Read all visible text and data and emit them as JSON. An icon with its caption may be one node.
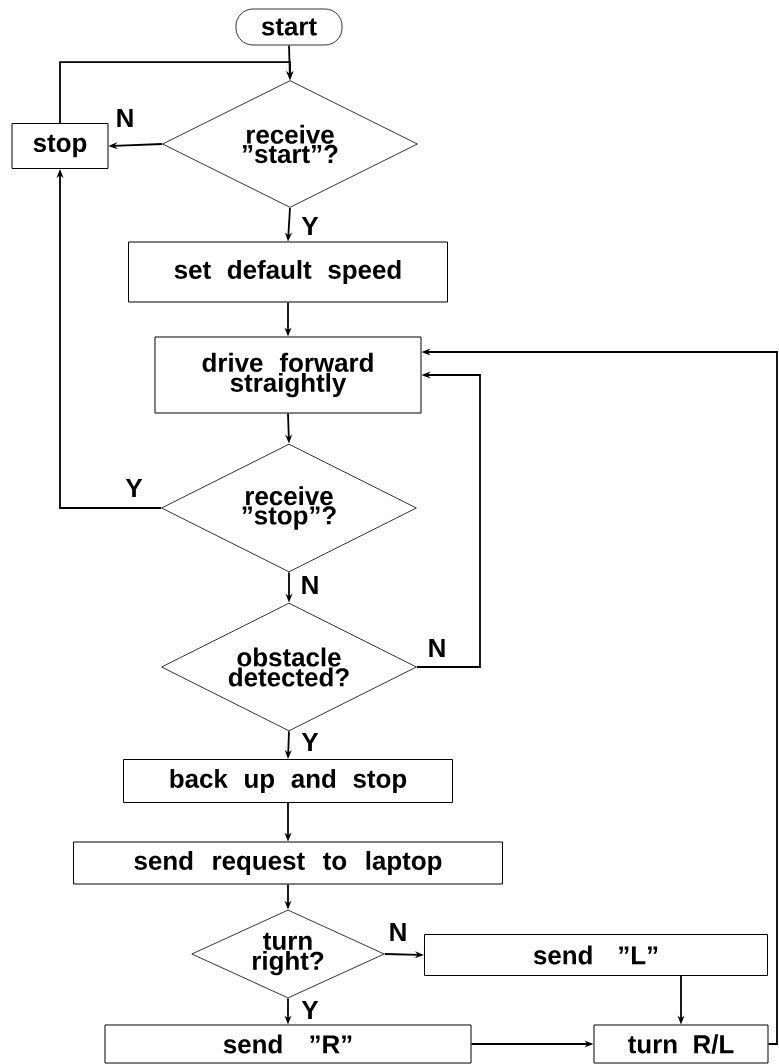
{
  "diagram": {
    "nodes": [
      {
        "text": [
          "start"
        ]
      },
      {
        "text": [
          "receive ”start”?"
        ]
      },
      {
        "text": [
          "stop"
        ]
      },
      {
        "text": [
          "set default speed"
        ]
      },
      {
        "text": [
          "drive forward straightly"
        ]
      },
      {
        "text": [
          "receive ”stop”?"
        ]
      },
      {
        "text": [
          "obstacle detected?"
        ]
      },
      {
        "text": [
          "back up and stop"
        ]
      },
      {
        "text": [
          "send request to laptop"
        ]
      },
      {
        "text": [
          "turn right?"
        ]
      },
      {
        "text": [
          "send ”L”"
        ]
      },
      {
        "text": [
          "send ”R”"
        ]
      },
      {
        "text": [
          "turn R/L"
        ]
      }
    ],
    "edges": [
      {
        "from": 0,
        "to": 1,
        "arrow": "to"
      },
      {
        "from": 1,
        "to": 2,
        "arrow": "to",
        "label": "N"
      },
      {
        "from": 2,
        "to": 1,
        "arrow": "to"
      },
      {
        "from": 1,
        "to": 3,
        "arrow": "to",
        "label": "Y"
      },
      {
        "from": 3,
        "to": 4,
        "arrow": "to"
      },
      {
        "from": 4,
        "to": 5,
        "arrow": "to"
      },
      {
        "from": 5,
        "to": 2,
        "arrow": "to",
        "label": "Y"
      },
      {
        "from": 5,
        "to": 6,
        "arrow": "to",
        "label": "N"
      },
      {
        "from": 6,
        "to": 4,
        "arrow": "to",
        "label": "N"
      },
      {
        "from": 6,
        "to": 7,
        "arrow": "to",
        "label": "Y"
      },
      {
        "from": 7,
        "to": 8,
        "arrow": "to"
      },
      {
        "from": 8,
        "to": 9,
        "arrow": "to"
      },
      {
        "from": 9,
        "to": 10,
        "arrow": "to",
        "label": "N"
      },
      {
        "from": 9,
        "to": 11,
        "arrow": "to",
        "label": "Y"
      },
      {
        "from": 10,
        "to": 12,
        "arrow": "to"
      },
      {
        "from": 11,
        "to": 12,
        "arrow": "to"
      },
      {
        "from": 12,
        "to": 4,
        "arrow": "to"
      }
    ]
  }
}
